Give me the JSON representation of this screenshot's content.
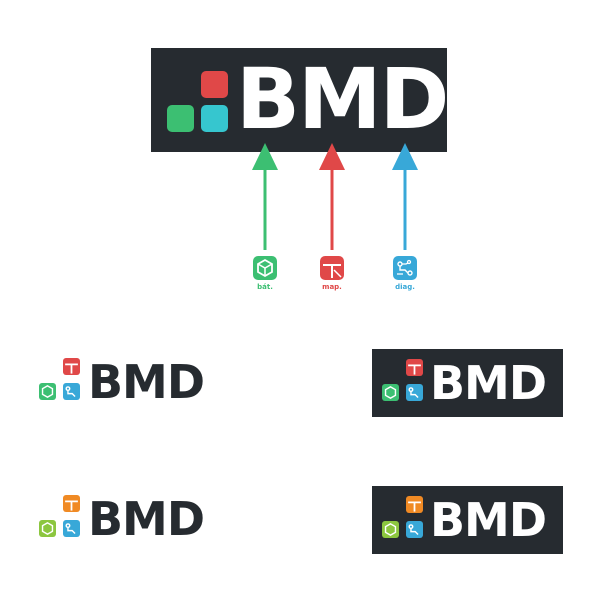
{
  "logo": {
    "text": "BMD"
  },
  "modules": [
    {
      "label": "bát.",
      "color": "#3cbf72",
      "icon": "hexagon-box-icon"
    },
    {
      "label": "map.",
      "color": "#e04848",
      "icon": "map-split-icon"
    },
    {
      "label": "diag.",
      "color": "#38a8d8",
      "icon": "circuit-icon"
    }
  ],
  "colors": {
    "dark": "#262b30",
    "green": "#3cbf72",
    "red": "#e04848",
    "cyan": "#36c6cf",
    "blue": "#38a8d8",
    "lime": "#8cc63f",
    "orange": "#f08a24"
  },
  "variants": [
    {
      "text": "BMD",
      "theme": "light",
      "palette": "standard"
    },
    {
      "text": "BMD",
      "theme": "dark",
      "palette": "standard"
    },
    {
      "text": "BMD",
      "theme": "light",
      "palette": "alternate"
    },
    {
      "text": "BMD",
      "theme": "dark",
      "palette": "alternate"
    }
  ]
}
